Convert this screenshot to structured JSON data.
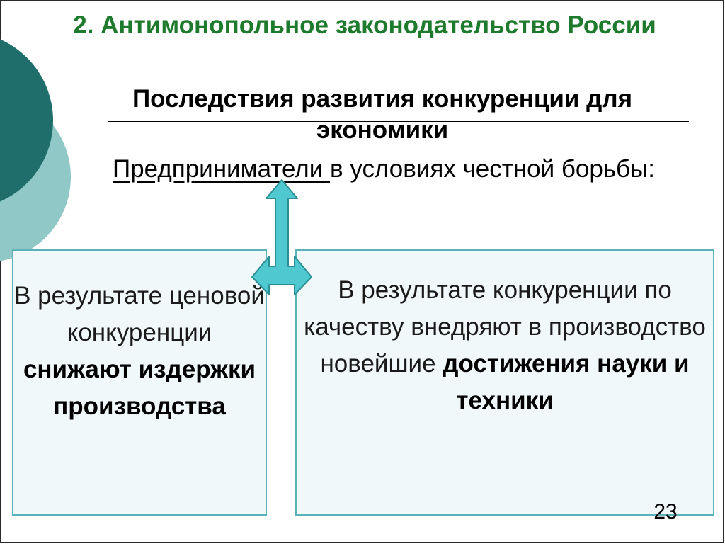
{
  "slide": {
    "title": "2. Антимонопольное законодательство России",
    "subtitle": "Последствия развития конкуренции для экономики",
    "entrepreneurs": {
      "underlined": "Предприниматели ",
      "rest": "в условиях честной борьбы:"
    },
    "left_box": {
      "plain": "В результате ценовой конкуренции ",
      "bold": "снижают издержки производства"
    },
    "right_box": {
      "plain": "В результате конкуренции по качеству внедряют в производство новейшие ",
      "bold": "достижения науки и техники"
    },
    "page_number": "23"
  },
  "colors": {
    "title": "#1e7a2c",
    "box_border": "#5bb3b9",
    "box_fill": "#f0f8f9",
    "arrow_fill": "#4fc9cf",
    "deco_dark": "#1f6e6b",
    "deco_light": "#8fc8c6"
  }
}
